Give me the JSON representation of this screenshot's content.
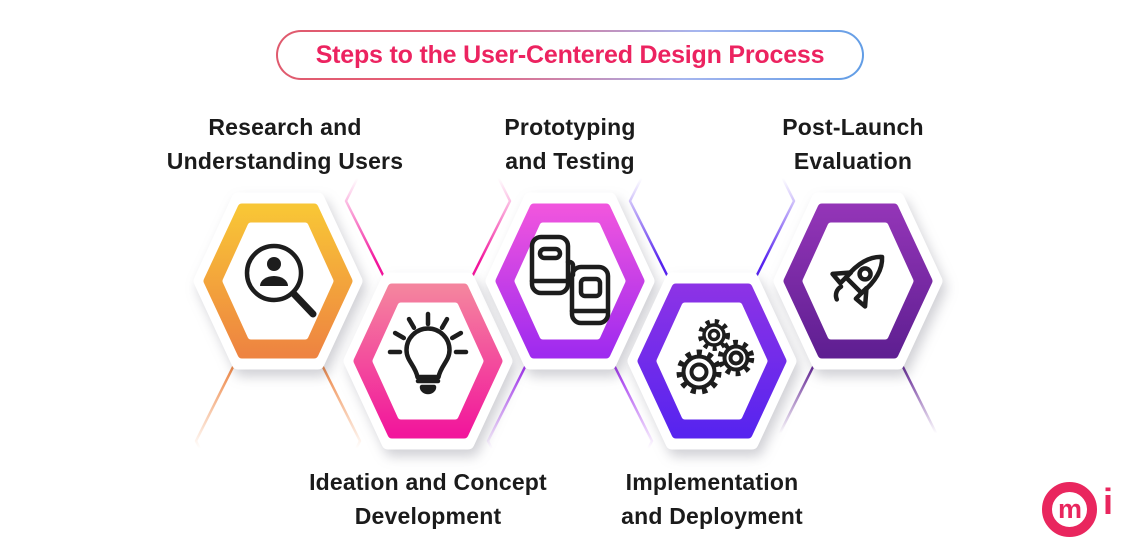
{
  "title": {
    "text": "Steps to the User-Centered Design Process",
    "text_color": "#ec2360",
    "border_gradient": [
      "#df5a6d",
      "#5f9ce5"
    ]
  },
  "steps": [
    {
      "label_line1": "Research and",
      "label_line2": "Understanding Users",
      "icon": "user-search-icon",
      "color_top": "#f8c636",
      "color_bottom": "#ee8441",
      "position": "top"
    },
    {
      "label_line1": "Ideation and Concept",
      "label_line2": "Development",
      "icon": "lightbulb-icon",
      "color_top": "#f4849e",
      "color_bottom": "#f2169c",
      "position": "bottom"
    },
    {
      "label_line1": "Prototyping",
      "label_line2": "and Testing",
      "icon": "prototype-devices-icon",
      "color_top": "#f055de",
      "color_bottom": "#9f2bef",
      "position": "top"
    },
    {
      "label_line1": "Implementation",
      "label_line2": "and Deployment",
      "icon": "gears-icon",
      "color_top": "#8c33e6",
      "color_bottom": "#5724ef",
      "position": "bottom"
    },
    {
      "label_line1": "Post-Launch",
      "label_line2": "Evaluation",
      "icon": "rocket-icon",
      "color_top": "#9335b7",
      "color_bottom": "#5f1f92",
      "position": "top"
    }
  ],
  "logo": {
    "letter_m": "m",
    "letter_i": "i",
    "color": "#e9265e"
  },
  "canvas": {
    "background": "#ffffff",
    "label_color": "#1b1b1b",
    "icon_color": "#1d1d1d"
  }
}
